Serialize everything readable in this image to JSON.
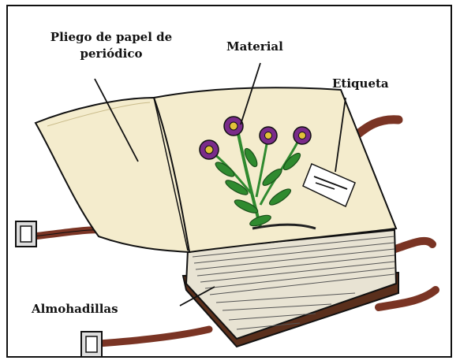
{
  "labels": {
    "pliego": "Pliego de papel de periódico",
    "material": "Material",
    "etiqueta": "Etiqueta",
    "almohadillas": "Almohadillas"
  },
  "colors": {
    "paper": "#f4eccd",
    "paper_shadow": "#e3d6ad",
    "stack": "#e8e3d3",
    "board": "#5a2f1c",
    "strap": "#7a3424",
    "flower": "#7a2b8a",
    "flower_center": "#e2c23a",
    "leaf": "#2f8a2f",
    "outline": "#111111"
  }
}
